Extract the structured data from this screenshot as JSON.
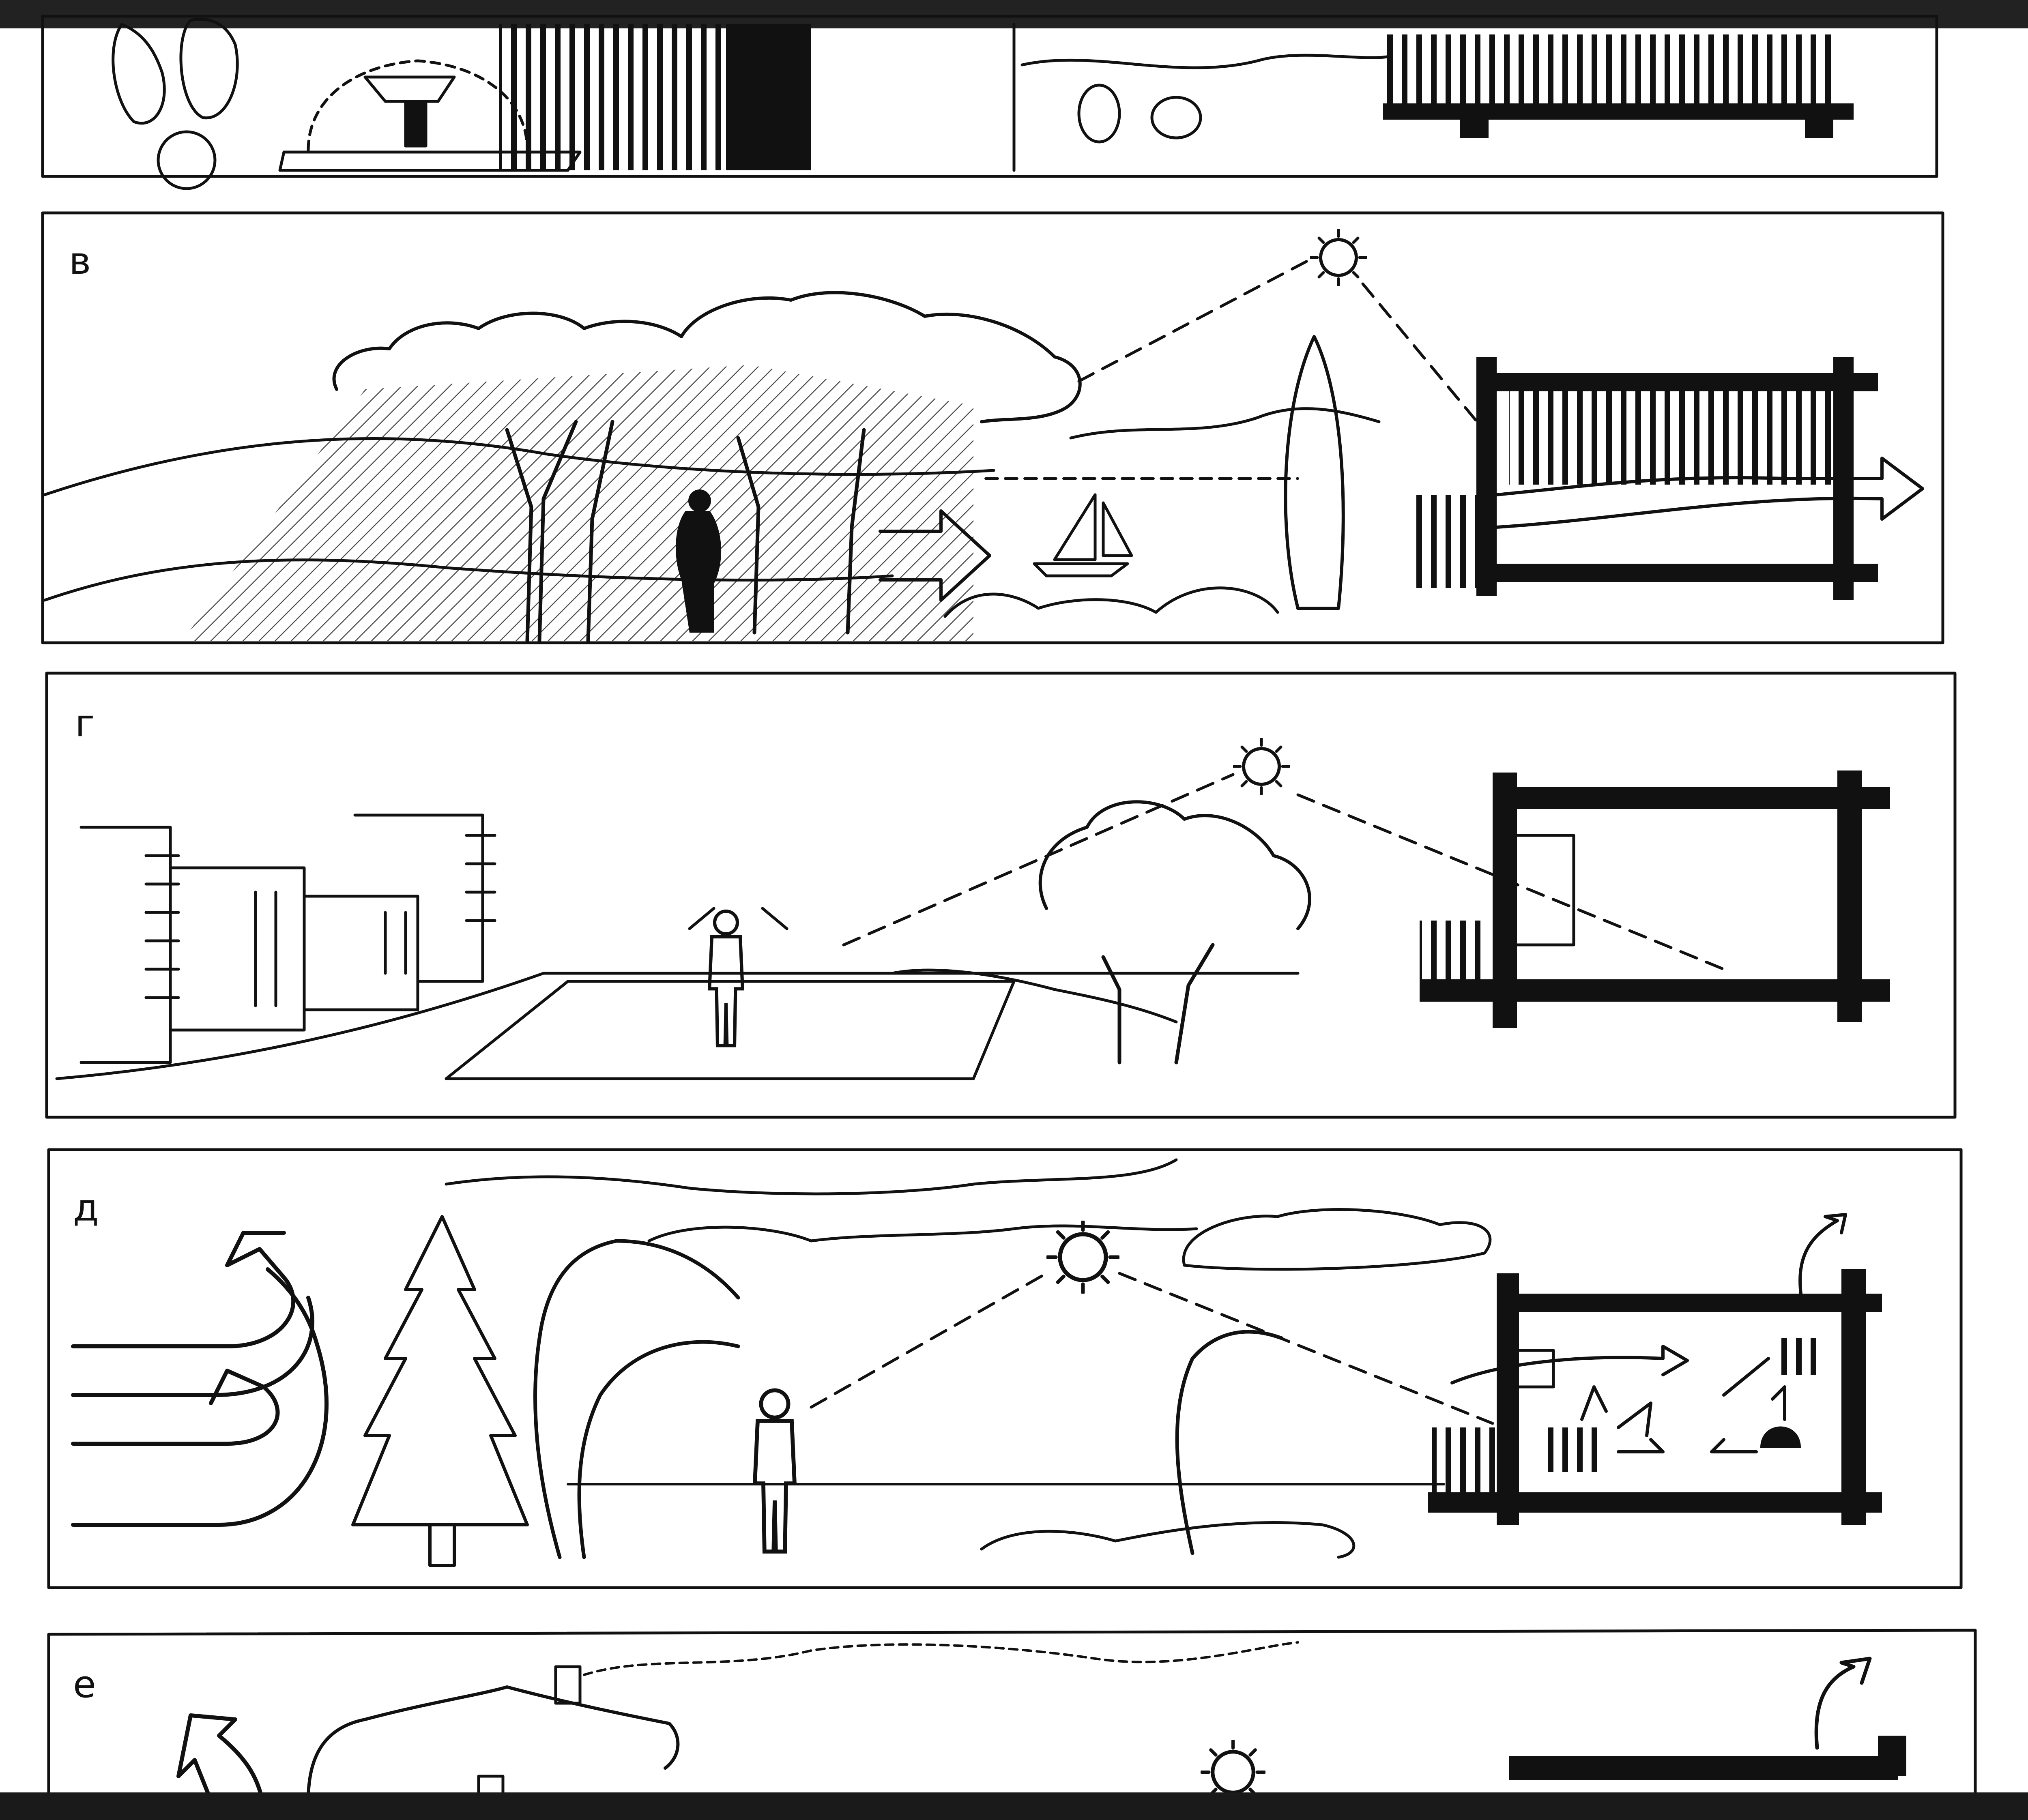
{
  "panels": [
    {
      "id": "top",
      "label": ""
    },
    {
      "id": "v",
      "label": "в"
    },
    {
      "id": "g",
      "label": "г"
    },
    {
      "id": "d",
      "label": "д"
    },
    {
      "id": "e",
      "label": "е"
    }
  ],
  "colors": {
    "ink": "#111111",
    "paper": "#ffffff"
  }
}
